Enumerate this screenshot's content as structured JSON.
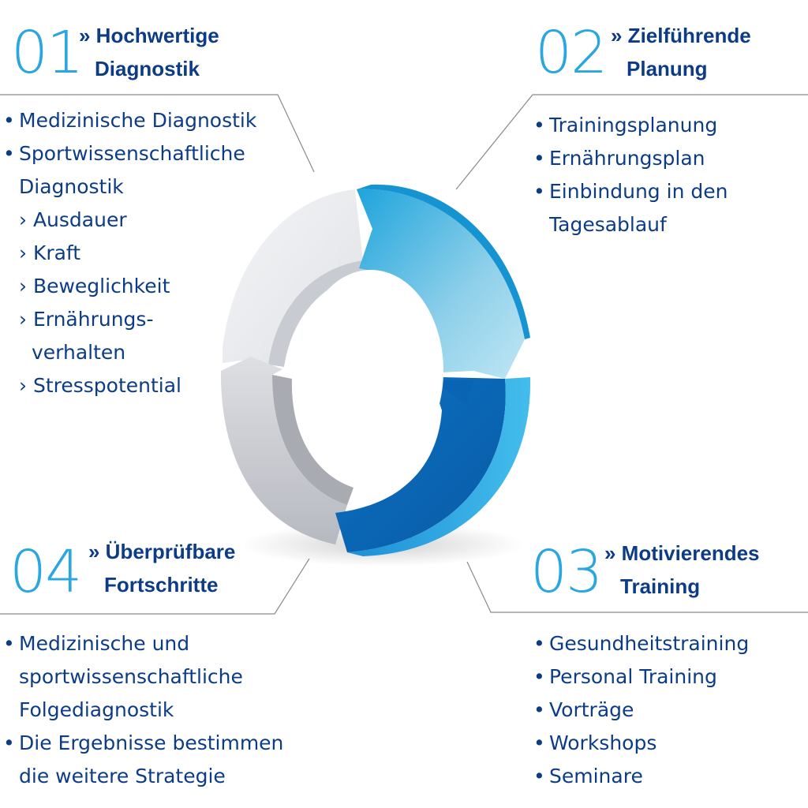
{
  "sections": [
    {
      "number": "01",
      "title_line1": "» Hochwertige",
      "title_line2": "Diagnostik",
      "items": [
        "Medizinische Diagnostik",
        "Sportwissenschaftliche",
        "Diagnostik",
        "› Ausdauer",
        "› Kraft",
        "› Beweglichkeit",
        "› Ernährungs-",
        "verhalten",
        "› Stresspotential"
      ]
    },
    {
      "number": "02",
      "title_line1": "» Zielführende",
      "title_line2": "Planung",
      "items": [
        "Trainingsplanung",
        "Ernährungsplan",
        "Einbindung in den",
        "Tagesablauf"
      ]
    },
    {
      "number": "03",
      "title_line1": "» Motivierendes",
      "title_line2": "Training",
      "items": [
        "Gesundheitstraining",
        "Personal Training",
        "Vorträge",
        "Workshops",
        "Seminare"
      ]
    },
    {
      "number": "04",
      "title_line1": "» Überprüfbare",
      "title_line2": "Fortschritte",
      "items": [
        "Medizinische und",
        "sportwissenschaftliche",
        "Folgediagnostik",
        "Die Ergebnisse bestimmen",
        "die weitere Strategie"
      ]
    }
  ],
  "colors": {
    "number": "#2aa6e0",
    "text": "#0d3c86",
    "cycle_dark_blue": "#0a67b8",
    "cycle_light_blue": "#2fb1e2",
    "cycle_grey": "#c9cbd2",
    "cycle_light_grey": "#eceef1"
  }
}
